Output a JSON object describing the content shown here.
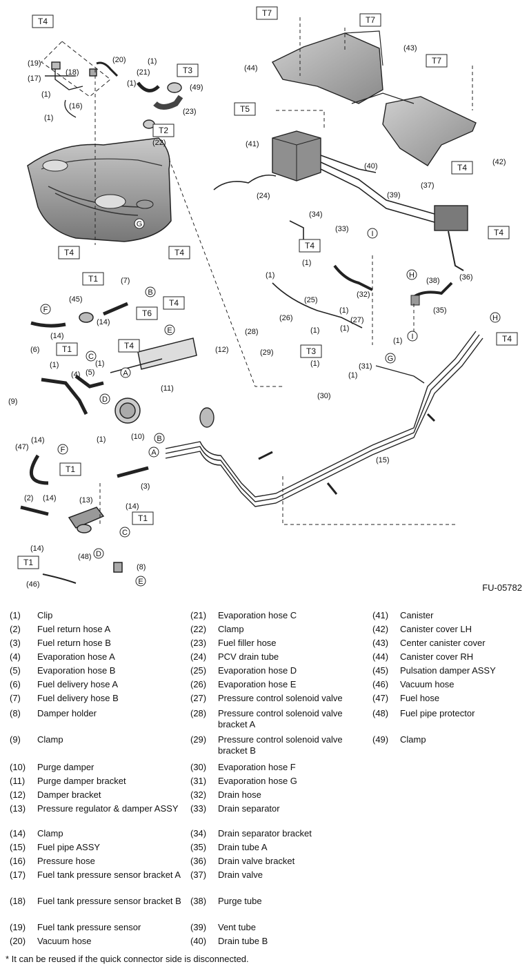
{
  "figure_id": "FU-05782",
  "tool_tags": [
    "T1",
    "T2",
    "T3",
    "T4",
    "T5",
    "T6",
    "T7"
  ],
  "callout_letters": [
    "A",
    "B",
    "C",
    "D",
    "E",
    "F",
    "G",
    "H",
    "I"
  ],
  "legend": [
    {
      "num": "(1)",
      "name": "Clip"
    },
    {
      "num": "(2)",
      "name": "Fuel return hose A"
    },
    {
      "num": "(3)",
      "name": "Fuel return hose B"
    },
    {
      "num": "(4)",
      "name": "Evaporation hose A"
    },
    {
      "num": "(5)",
      "name": "Evaporation hose B"
    },
    {
      "num": "(6)",
      "name": "Fuel delivery hose A"
    },
    {
      "num": "(7)",
      "name": "Fuel delivery hose B"
    },
    {
      "num": "(8)",
      "name": "Damper holder"
    },
    {
      "num": "(9)",
      "name": "Clamp"
    },
    {
      "num": "(10)",
      "name": "Purge damper"
    },
    {
      "num": "(11)",
      "name": "Purge damper bracket"
    },
    {
      "num": "(12)",
      "name": "Damper bracket"
    },
    {
      "num": "(13)",
      "name": "Pressure regulator & damper ASSY"
    },
    {
      "num": "(14)",
      "name": "Clamp"
    },
    {
      "num": "(15)",
      "name": "Fuel pipe ASSY"
    },
    {
      "num": "(16)",
      "name": "Pressure hose"
    },
    {
      "num": "(17)",
      "name": "Fuel tank pressure sensor bracket A"
    },
    {
      "num": "(18)",
      "name": "Fuel tank pressure sensor bracket B"
    },
    {
      "num": "(19)",
      "name": "Fuel tank pressure sensor"
    },
    {
      "num": "(20)",
      "name": "Vacuum hose"
    },
    {
      "num": "(21)",
      "name": "Evaporation hose C"
    },
    {
      "num": "(22)",
      "name": "Clamp"
    },
    {
      "num": "(23)",
      "name": "Fuel filler hose"
    },
    {
      "num": "(24)",
      "name": "PCV drain tube"
    },
    {
      "num": "(25)",
      "name": "Evaporation hose D"
    },
    {
      "num": "(26)",
      "name": "Evaporation hose E"
    },
    {
      "num": "(27)",
      "name": "Pressure control solenoid valve"
    },
    {
      "num": "(28)",
      "name": "Pressure control solenoid valve bracket A"
    },
    {
      "num": "(29)",
      "name": "Pressure control solenoid valve bracket B"
    },
    {
      "num": "(30)",
      "name": "Evaporation hose F"
    },
    {
      "num": "(31)",
      "name": "Evaporation hose G"
    },
    {
      "num": "(32)",
      "name": "Drain hose"
    },
    {
      "num": "(33)",
      "name": "Drain separator"
    },
    {
      "num": "(34)",
      "name": "Drain separator bracket"
    },
    {
      "num": "(35)",
      "name": "Drain tube A"
    },
    {
      "num": "(36)",
      "name": "Drain valve bracket"
    },
    {
      "num": "(37)",
      "name": "Drain valve"
    },
    {
      "num": "(38)",
      "name": "Purge tube"
    },
    {
      "num": "(39)",
      "name": "Vent tube"
    },
    {
      "num": "(40)",
      "name": "Drain tube B"
    },
    {
      "num": "(41)",
      "name": "Canister"
    },
    {
      "num": "(42)",
      "name": "Canister cover LH"
    },
    {
      "num": "(43)",
      "name": "Center canister cover"
    },
    {
      "num": "(44)",
      "name": "Canister cover RH"
    },
    {
      "num": "(45)",
      "name": "Pulsation damper ASSY"
    },
    {
      "num": "(46)",
      "name": "Vacuum hose"
    },
    {
      "num": "(47)",
      "name": "Fuel hose"
    },
    {
      "num": "(48)",
      "name": "Fuel pipe protector"
    },
    {
      "num": "(49)",
      "name": "Clamp"
    }
  ],
  "footnote": "* It can be reused if the quick connector side is disconnected."
}
